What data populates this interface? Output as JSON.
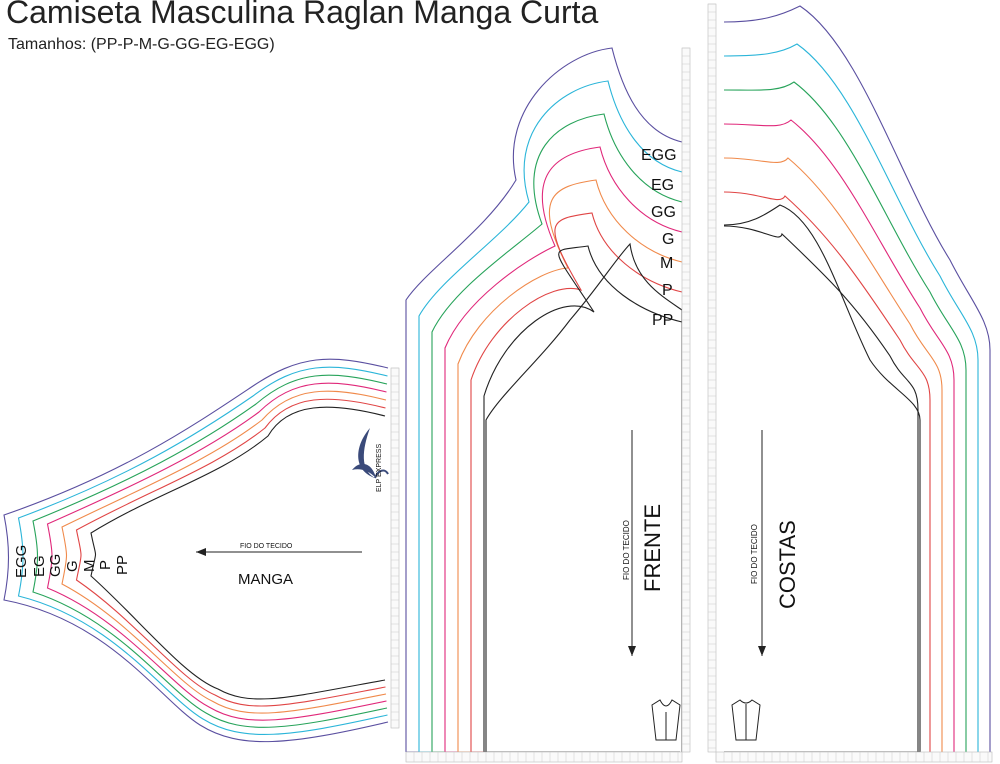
{
  "header": {
    "title": "Camiseta Masculina Raglan Manga Curta",
    "subtitle": "Tamanhos: (PP-P-M-G-GG-EG-EGG)"
  },
  "size_colors": {
    "EGG": "#5a4fa0",
    "EG": "#2bb5d9",
    "GG": "#27a35a",
    "G": "#e0287a",
    "M": "#f08a4b",
    "P": "#e04545",
    "PP": "#222222"
  },
  "sleeve": {
    "label": "MANGA",
    "grain_label": "FIO DO TECIDO",
    "sizes": [
      "EGG",
      "EG",
      "GG",
      "G",
      "M",
      "P",
      "PP"
    ]
  },
  "front": {
    "label": "FRENTE",
    "grain_label": "FIO DO TECIDO",
    "sizes": [
      "EGG",
      "EG",
      "GG",
      "G",
      "M",
      "P",
      "PP"
    ]
  },
  "back": {
    "label": "COSTAS",
    "grain_label": "FIO DO TECIDO"
  },
  "logo": {
    "text": "ELP EXPRESS"
  }
}
